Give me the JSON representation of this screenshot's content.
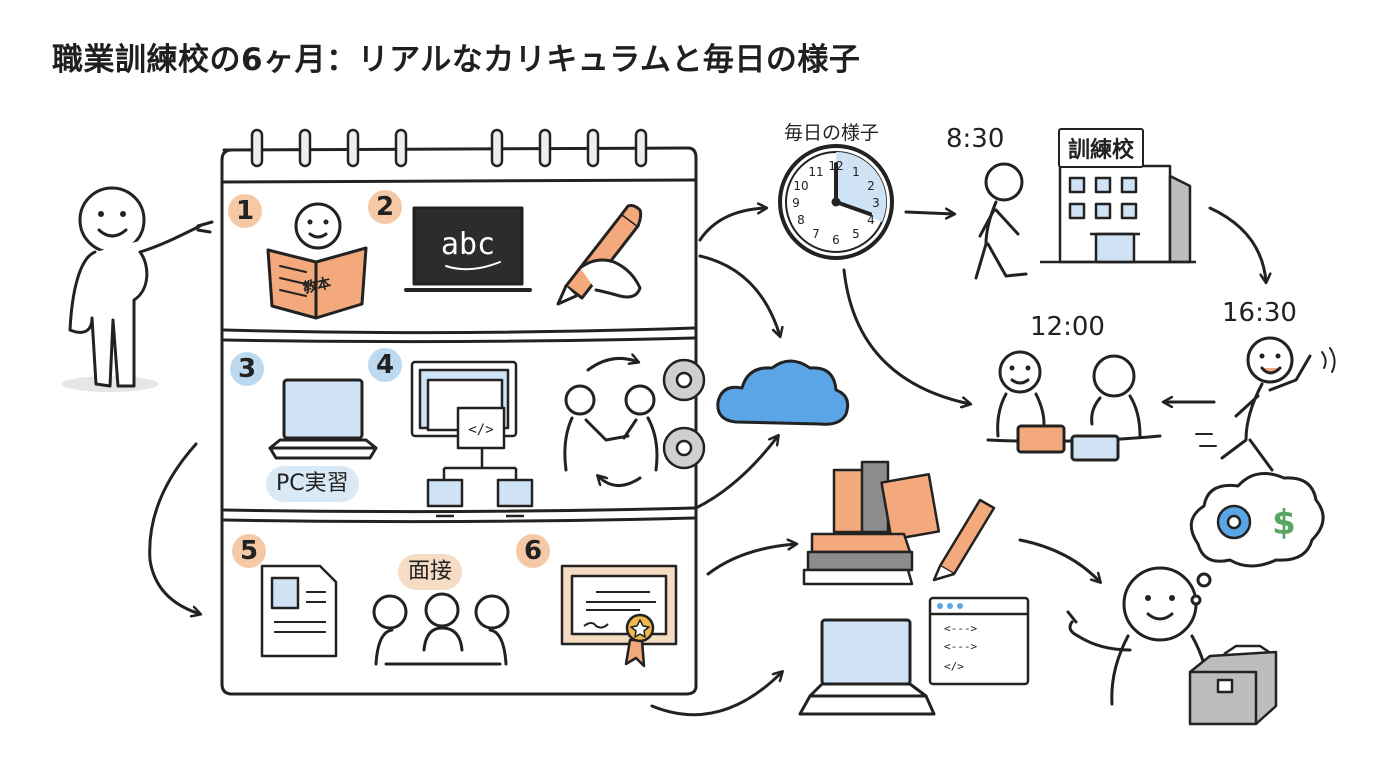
{
  "title": "職業訓練校の6ヶ月：リアルなカリキュラムと毎日の様子",
  "steps": [
    "1",
    "2",
    "3",
    "4",
    "5",
    "6"
  ],
  "textbook_label": "教本",
  "blackboard_text": "abc",
  "pc_practice_label": "PC実習",
  "code_symbol": "</>",
  "interview_label": "面接",
  "daily_label": "毎日の様子",
  "clock_numbers": [
    "12",
    "1",
    "2",
    "3",
    "4",
    "5",
    "6",
    "7",
    "8",
    "9",
    "10",
    "11"
  ],
  "times": {
    "morning": "8:30",
    "noon": "12:00",
    "evening": "16:30"
  },
  "school_sign": "訓練校",
  "editor_lines": [
    "<--->",
    "<--->",
    "</>"
  ],
  "thought_dollar": "$",
  "colors": {
    "orange": "#f2a57a",
    "blue": "#5aa5e6",
    "light_blue": "#cfe3f4",
    "ink": "#222222"
  },
  "icons": [
    "pointing-person-icon",
    "calendar-icon",
    "reading-person-icon",
    "blackboard-icon",
    "pencil-hand-icon",
    "laptop-icon",
    "network-screens-icon",
    "handshake-icon",
    "gear-icon",
    "cloud-icon",
    "resume-icon",
    "interview-group-icon",
    "certificate-icon",
    "clock-icon",
    "walking-person-icon",
    "school-building-icon",
    "lunch-people-icon",
    "running-person-icon",
    "books-icon",
    "editor-window-icon",
    "thinking-person-icon",
    "toolbox-icon"
  ]
}
